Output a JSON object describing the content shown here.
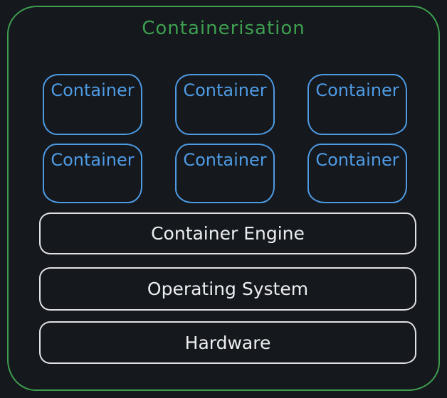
{
  "diagram": {
    "title": "Containerisation",
    "containers": [
      "Container",
      "Container",
      "Container",
      "Container",
      "Container",
      "Container"
    ],
    "layers": [
      {
        "label": "Container Engine"
      },
      {
        "label": "Operating System"
      },
      {
        "label": "Hardware"
      }
    ],
    "colors": {
      "background": "#15181d",
      "frame_border": "#3d9e4f",
      "title_text": "#3da050",
      "container_accent": "#4e9be4",
      "layer_accent": "#e2e2e6",
      "layer_text": "#eceef1"
    }
  }
}
